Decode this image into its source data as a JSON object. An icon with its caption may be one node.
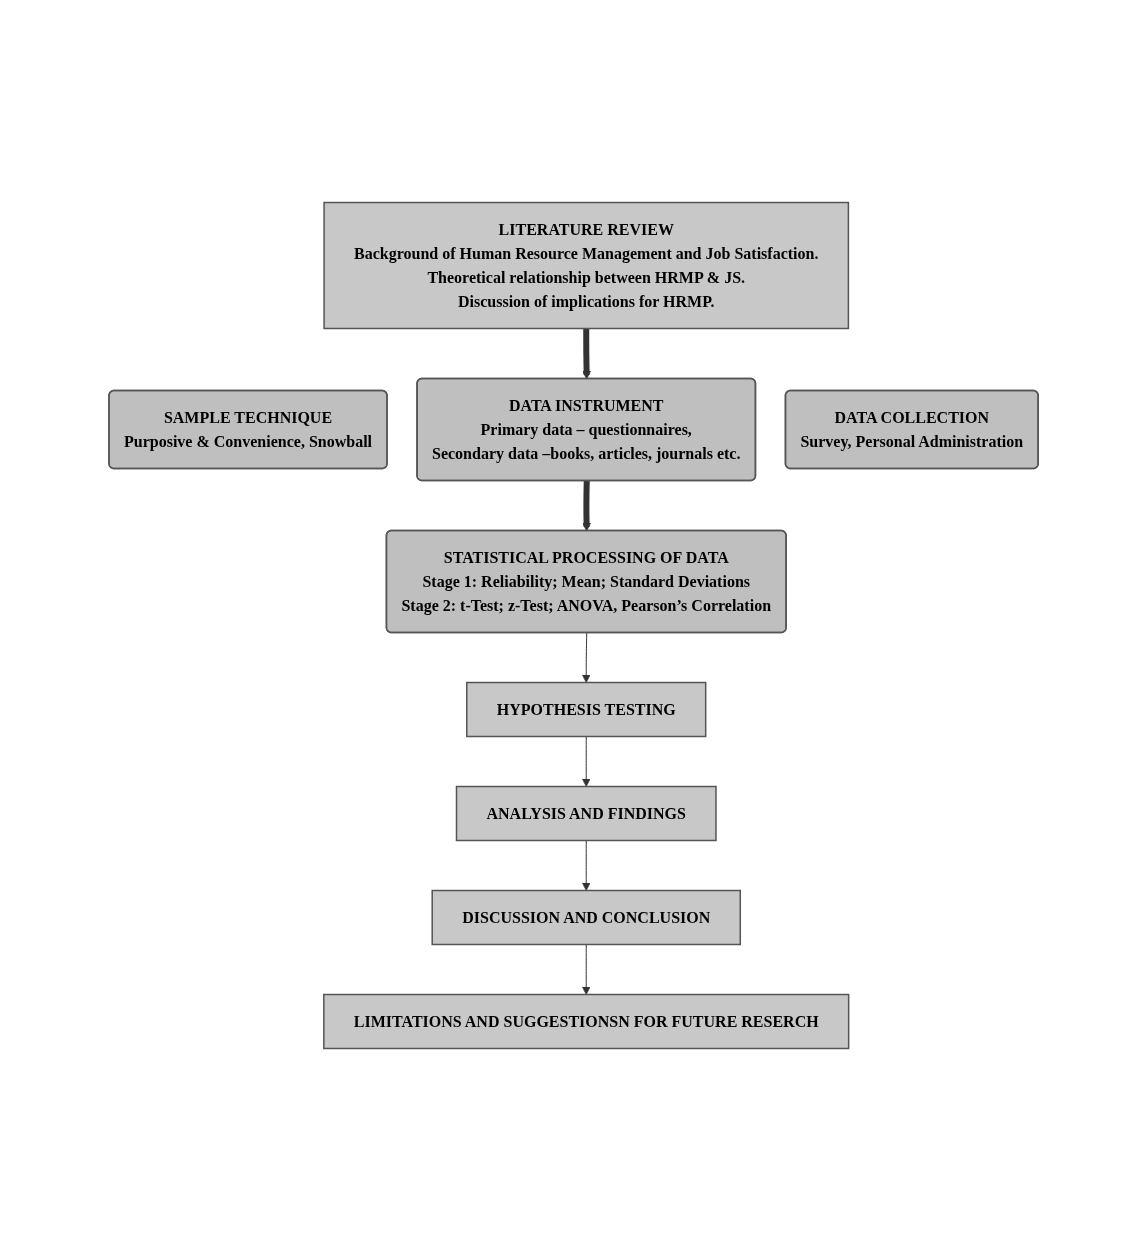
{
  "diagram": {
    "nodes": [
      {
        "text": [
          "LITERATURE REVIEW",
          "Background of Human Resource Management and Job Satisfaction.",
          "Theoretical relationship between HRMP & JS.",
          "Discussion of implications for HRMP."
        ]
      },
      {
        "text": [
          "SAMPLE TECHNIQUE",
          "Purposive & Convenience, Snowball"
        ]
      },
      {
        "text": [
          "DATA INSTRUMENT",
          "Primary data – questionnaires,",
          "Secondary data –books, articles, journals etc."
        ]
      },
      {
        "text": [
          "DATA COLLECTION",
          "Survey, Personal Administration"
        ]
      },
      {
        "text": [
          "STATISTICAL PROCESSING OF DATA",
          "Stage 1: Reliability; Mean; Standard Deviations",
          "Stage 2: t-Test; z-Test; ANOVA, Pearson’s Correlation"
        ]
      },
      {
        "text": [
          "HYPOTHESIS TESTING"
        ]
      },
      {
        "text": [
          "ANALYSIS AND FINDINGS"
        ]
      },
      {
        "text": [
          "DISCUSSION AND CONCLUSION"
        ]
      },
      {
        "text": [
          "LIMITATIONS AND SUGGESTIONSN FOR FUTURE RESERCH"
        ]
      }
    ],
    "edges": [
      {
        "from": 0,
        "to": 2,
        "arrow": "to",
        "style": "thick"
      },
      {
        "from": 2,
        "to": 4,
        "arrow": "to",
        "style": "thick"
      },
      {
        "from": 4,
        "to": 5,
        "arrow": "to"
      },
      {
        "from": 5,
        "to": 6,
        "arrow": "to"
      },
      {
        "from": 6,
        "to": 7,
        "arrow": "to"
      },
      {
        "from": 7,
        "to": 8,
        "arrow": "to"
      }
    ]
  }
}
